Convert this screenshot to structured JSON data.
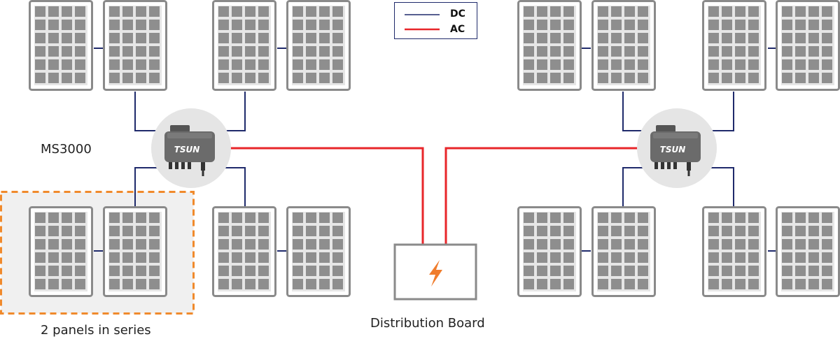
{
  "legend": {
    "dc_label": "DC",
    "ac_label": "AC",
    "dc_color": "#1f2a6b",
    "ac_color": "#e8262a"
  },
  "labels": {
    "inverter_model": "MS3000",
    "panels_in_series": "2 panels in series",
    "distribution_board": "Distribution Board"
  },
  "inverter": {
    "brand": "TSUN",
    "icon": "microinverter-icon"
  },
  "board": {
    "icon": "lightning-bolt-icon",
    "bolt_color": "#f07c2c"
  },
  "highlight": {
    "border_color": "#f08a2c",
    "fill_color": "#f0f0f0"
  },
  "panel": {
    "frame_color": "#8a8a8a",
    "cell_color": "#8e8e8e"
  }
}
